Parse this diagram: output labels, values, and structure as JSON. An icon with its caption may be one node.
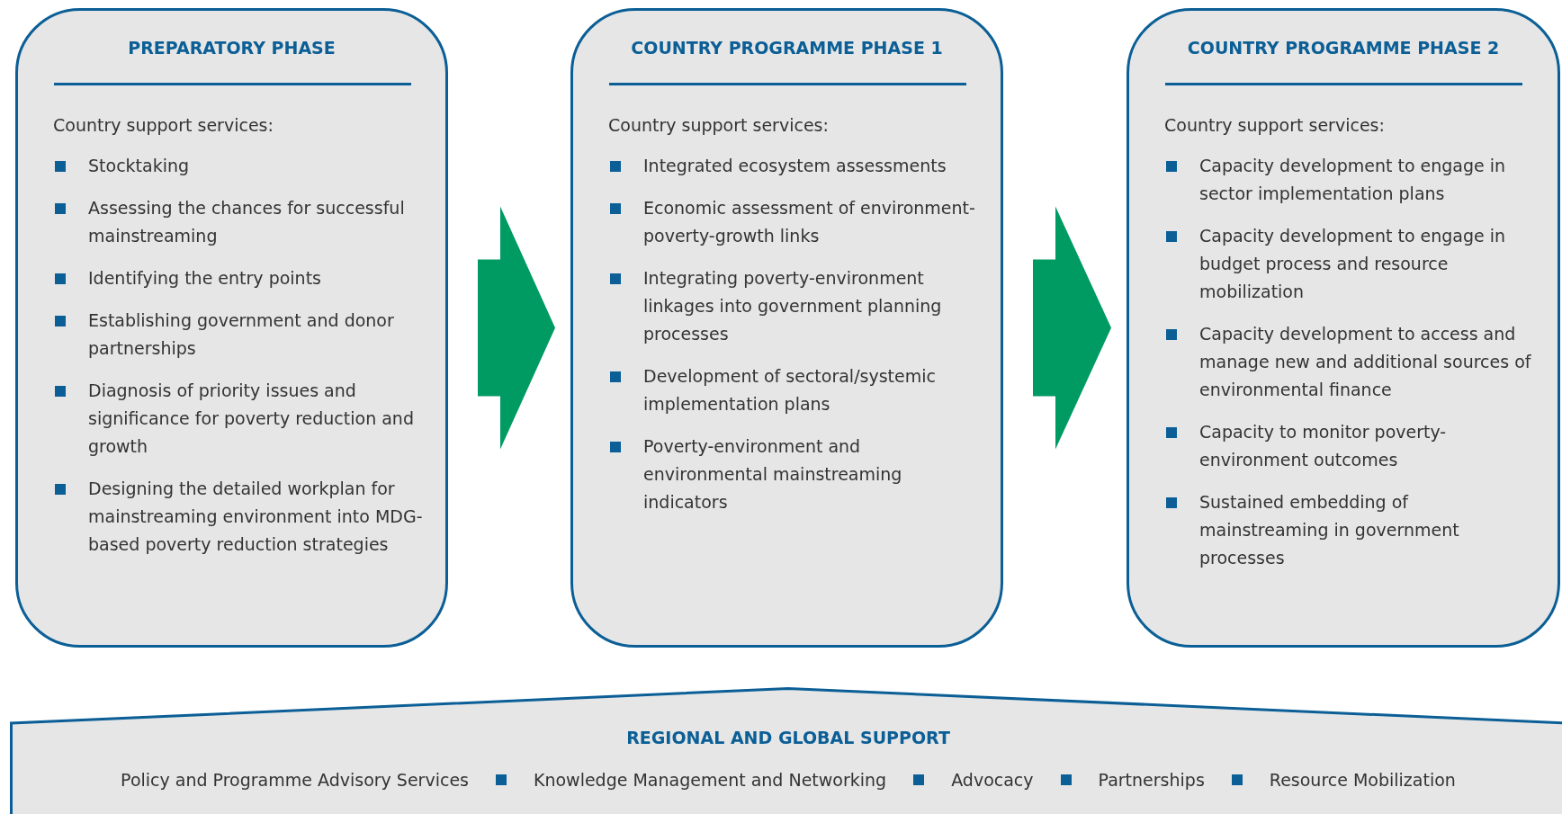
{
  "diagram": {
    "nodes": [
      {
        "text": [
          "PREPARATORY PHASE",
          "Country support services:",
          "Stocktaking",
          "Assessing the chances for successful mainstreaming",
          "Identifying the entry points",
          "Establishing government and donor partnerships",
          "Diagnosis of priority issues and significance for poverty reduction and growth",
          "Designing the detailed workplan for mainstreaming environment into MDG-based poverty reduction strategies"
        ]
      },
      {
        "text": [
          "COUNTRY PROGRAMME PHASE 1",
          "Country support services:",
          "Integrated ecosystem assessments",
          "Economic assessment of environment-poverty-growth links",
          "Integrating poverty-environment linkages into government planning processes",
          "Development of sectoral/systemic implementation plans",
          "Poverty-environment and environmental mainstreaming indicators"
        ]
      },
      {
        "text": [
          "COUNTRY PROGRAMME PHASE 2",
          "Country support services:",
          "Capacity development to engage in sector implementation plans",
          "Capacity development to engage in budget process and resource mobilization",
          "Capacity development to access and manage new and additional sources of environmental finance",
          "Capacity to monitor poverty-environment outcomes",
          "Sustained embedding of mainstreaming in government processes"
        ]
      },
      {
        "text": [
          "REGIONAL AND GLOBAL SUPPORT",
          "Policy and Programme Advisory Services",
          "Knowledge Management and Networking",
          "Advocacy",
          "Partnerships",
          "Resource Mobilization"
        ]
      }
    ],
    "edges": [
      {
        "from": 0,
        "to": 1,
        "arrow": "to",
        "color": "#009a63"
      },
      {
        "from": 1,
        "to": 2,
        "arrow": "to",
        "color": "#009a63"
      }
    ]
  }
}
